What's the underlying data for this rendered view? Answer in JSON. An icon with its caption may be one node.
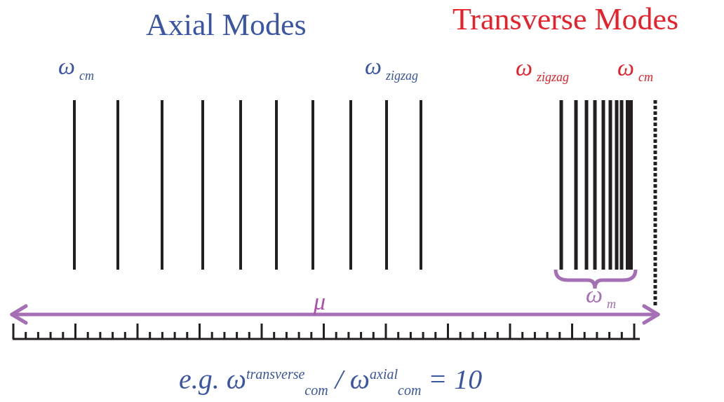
{
  "diagram": {
    "caption": "e.g. ω$^{transverse}$$_{com}$ / ω$^{axial}$$_{com}$ = 10",
    "labels": [
      "Axial Modes",
      "Transverse Modes",
      "ω$_{cm}$",
      "ω$_{zigzag}$",
      "ω$_{zigzag}$",
      "ω$_{cm}$",
      "μ",
      "ω$_{m}$"
    ]
  }
}
